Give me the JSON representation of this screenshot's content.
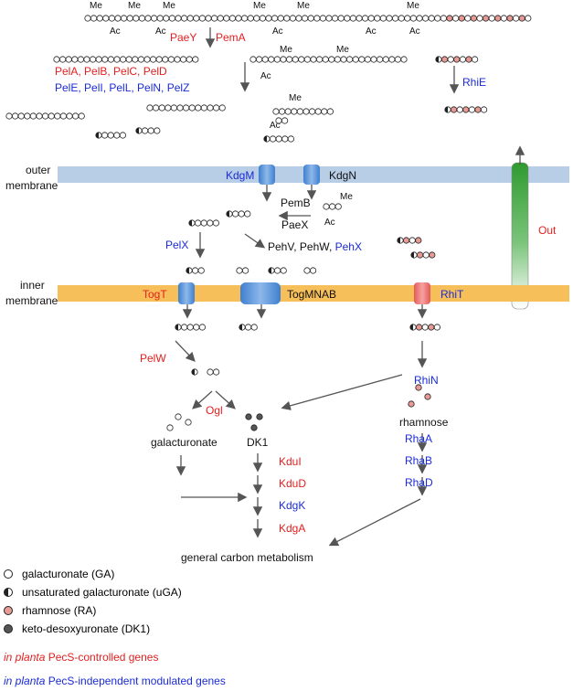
{
  "top": {
    "me": "Me",
    "ac": "Ac",
    "paey": "PaeY",
    "pema": "PemA",
    "pel_red": "PelA, PelB, PelC, PelD",
    "pel_blue": "PelE, PelI, PelL, PelN, PelZ",
    "rhie": "RhiE"
  },
  "outer": {
    "label1": "outer",
    "label2": "membrane",
    "kdgm": "KdgM",
    "kdgn": "KdgN",
    "pemb": "PemB",
    "paex": "PaeX",
    "out": "Out"
  },
  "peri": {
    "pelx": "PelX",
    "pehv": "PehV, PehW, ",
    "pehx": "PehX"
  },
  "inner": {
    "label1": "inner",
    "label2": "membrane",
    "togt": "TogT",
    "togmnab": "TogMNAB",
    "rhit": "RhiT"
  },
  "cyto": {
    "pelw": "PelW",
    "rhin": "RhiN",
    "ogl": "Ogl",
    "rhamnose": "rhamnose",
    "galacturonate": "galacturonate",
    "dk1": "DK1",
    "kdui": "KduI",
    "kdud": "KduD",
    "kdgk": "KdgK",
    "kdga": "KdgA",
    "rhaa": "RhaA",
    "rhab": "RhaB",
    "rhad": "RhaD",
    "general": "general carbon metabolism"
  },
  "legend": {
    "ga": "galacturonate (GA)",
    "uga": "unsaturated galacturonate (uGA)",
    "ra": "rhamnose (RA)",
    "dk1": "keto-desoxyuronate (DK1)",
    "in_planta": "in planta",
    "pecs_controlled": " PecS-controlled genes",
    "pecs_independent": " PecS-independent modulated genes"
  },
  "colors": {
    "controlled": "#e31f1f",
    "independent": "#1a2bd6",
    "outer_membrane": "#b8cde6",
    "inner_membrane": "#f6bf5a",
    "transporter_blue": "#5b93d6",
    "transporter_red": "#f27b7b",
    "out_channel": "#2f9a2f",
    "ga_dot": "#ffffff",
    "uga_dot": "#ffffff",
    "ra_dot": "#e89a95",
    "dk1_dot": "#555555"
  }
}
